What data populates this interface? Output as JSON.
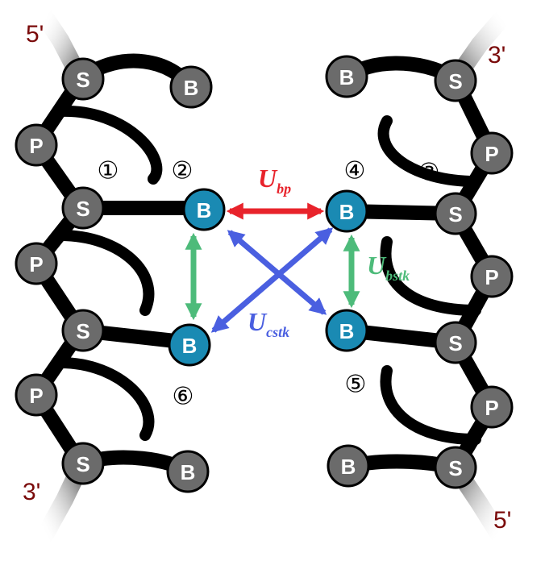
{
  "strand_ends": {
    "left_top": "5'",
    "left_bottom": "3'",
    "right_top": "3'",
    "right_bottom": "5'"
  },
  "node_labels": {
    "sugar": "S",
    "phosphate": "P",
    "base": "B"
  },
  "site_numbers": {
    "n1": "①",
    "n2": "②",
    "n3": "③",
    "n4": "④",
    "n5": "⑤",
    "n6": "⑥"
  },
  "interactions": {
    "bp": {
      "symbol": "U",
      "subscript": "bp",
      "color": "#e8232b"
    },
    "bstk": {
      "symbol": "U",
      "subscript": "bstk",
      "color": "#4dbb7a"
    },
    "cstk": {
      "symbol": "U",
      "subscript": "cstk",
      "color": "#4a5fe0"
    }
  },
  "colors": {
    "backbone": "#000000",
    "sugar_phosphate_node": "#6b6b6b",
    "highlight_base": "#1a8ab3",
    "end_label": "#7a0a0a"
  }
}
